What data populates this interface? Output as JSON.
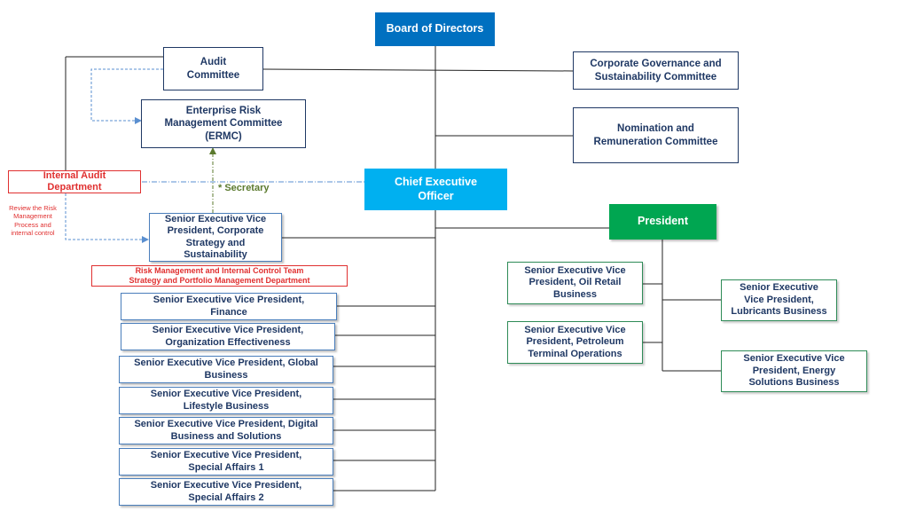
{
  "board": "Board of Directors",
  "audit_committee": "Audit\nCommittee",
  "ermc": "Enterprise Risk\nManagement Committee\n(ERMC)",
  "cg_committee": "Corporate Governance and\nSustainability Committee",
  "nomination_committee": "Nomination and\nRemuneration Committee",
  "internal_audit": "Internal Audit\nDepartment",
  "review_note": "Review the Risk\nManagement\nProcess and\ninternal control",
  "secretary": "* Secretary",
  "ceo": "Chief Executive\nOfficer",
  "president": "President",
  "svp_strategy": "Senior Executive Vice\nPresident, Corporate\nStrategy and\nSustainability",
  "risk_team": [
    "Risk Management and Internal Control Team",
    "Strategy and Portfolio Management Department"
  ],
  "ceo_svps": [
    "Senior Executive Vice President,\nFinance",
    "Senior Executive Vice President,\nOrganization Effectiveness",
    "Senior Executive Vice President, Global\nBusiness",
    "Senior Executive Vice President,\nLifestyle Business",
    "Senior Executive Vice President, Digital\nBusiness and Solutions",
    "Senior Executive Vice President,\nSpecial Affairs 1",
    "Senior Executive Vice President,\nSpecial Affairs 2"
  ],
  "president_svps_left": [
    "Senior Executive Vice\nPresident, Oil Retail\nBusiness",
    "Senior Executive Vice\nPresident, Petroleum\nTerminal Operations"
  ],
  "president_svps_right": [
    "Senior Executive\nVice President,\nLubricants Business",
    "Senior Executive Vice\nPresident, Energy\nSolutions Business"
  ],
  "colors": {
    "board": "#0070c0",
    "ceo": "#00b0f0",
    "president": "#00a651",
    "navy_text": "#1f3864",
    "red": "#e03030"
  }
}
